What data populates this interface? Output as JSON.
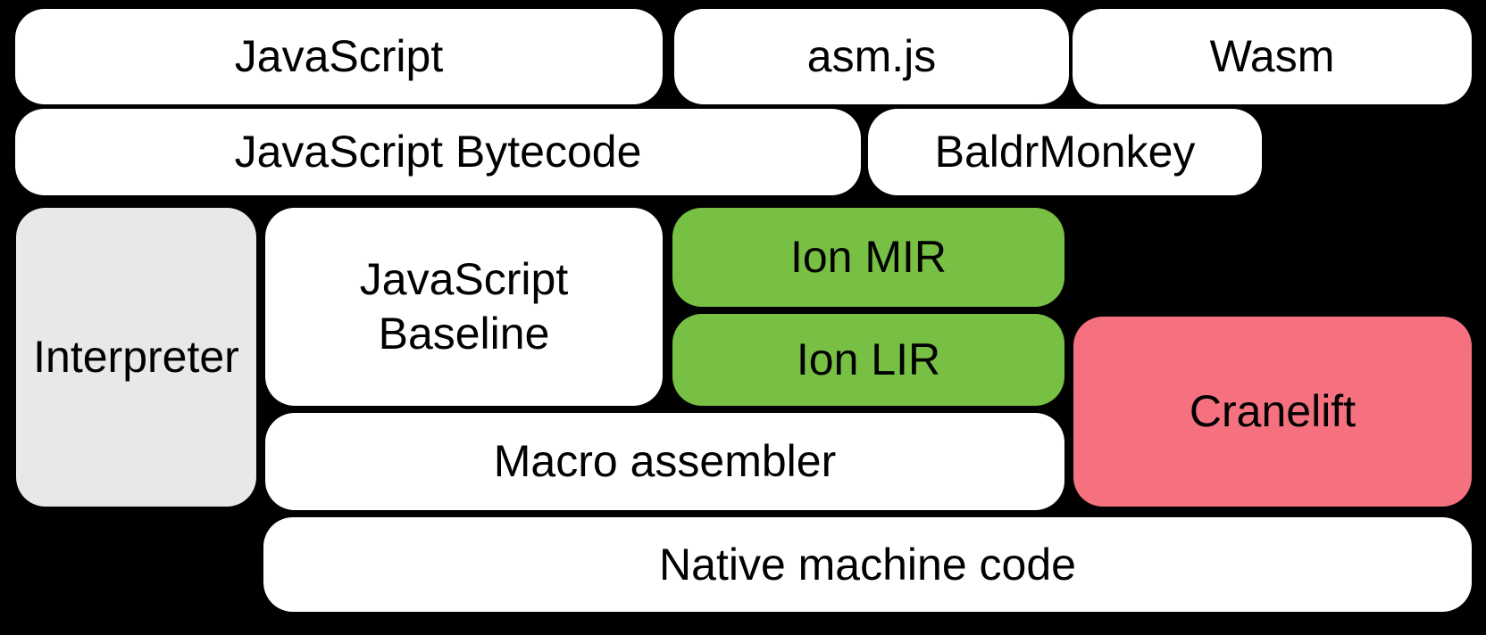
{
  "diagram": {
    "description": "Compilation pipeline diagram",
    "colors": {
      "background": "#000000",
      "node_default": "#ffffff",
      "node_interpreter": "#e8e8e8",
      "node_ion": "#77c043",
      "node_cranelift": "#f5717f",
      "text": "#000000"
    },
    "nodes": {
      "javascript": {
        "label": "JavaScript"
      },
      "asmjs": {
        "label": "asm.js"
      },
      "wasm": {
        "label": "Wasm"
      },
      "bytecode": {
        "label": "JavaScript Bytecode"
      },
      "baldrmonkey": {
        "label": "BaldrMonkey"
      },
      "interpreter": {
        "label": "Interpreter"
      },
      "baseline": {
        "label": "JavaScript\nBaseline"
      },
      "ion_mir": {
        "label": "Ion MIR"
      },
      "ion_lir": {
        "label": "Ion LIR"
      },
      "cranelift": {
        "label": "Cranelift"
      },
      "macro_assembler": {
        "label": "Macro assembler"
      },
      "native_machine_code": {
        "label": "Native machine code"
      }
    }
  }
}
